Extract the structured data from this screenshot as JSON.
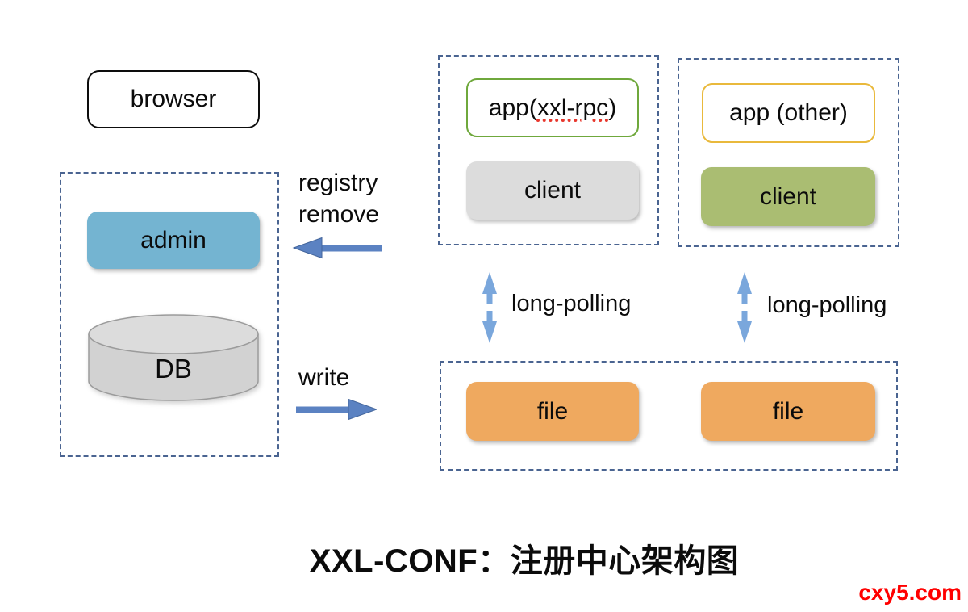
{
  "diagram": {
    "title": "XXL-CONF：注册中心架构图",
    "watermark": "cxy5.com"
  },
  "nodes": {
    "browser": "browser",
    "admin": "admin",
    "db": "DB",
    "app_rpc_prefix": "app(",
    "app_rpc_underlined": "xxl-rpc",
    "app_rpc_suffix": ")",
    "client_rpc": "client",
    "app_other": "app (other)",
    "client_other": "client",
    "file_left": "file",
    "file_right": "file"
  },
  "edges": {
    "registry_line1": "registry",
    "registry_line2": "remove",
    "write": "write",
    "long_polling_left": "long-polling",
    "long_polling_right": "long-polling"
  },
  "colors": {
    "container_border": "#4a6491",
    "admin_fill": "#74b4d1",
    "db_fill": "#d2d2d2",
    "db_top_fill": "#dcdcdc",
    "db_stroke": "#9b9b9b",
    "client_rpc_fill": "#dcdcdc",
    "client_other_fill": "#aabd72",
    "file_fill": "#efa95f",
    "app_rpc_border": "#6fa83c",
    "app_other_border": "#e9b93c",
    "horizontal_arrow": "#5b82c2",
    "vertical_arrow": "#7aa7dc",
    "watermark_color": "#ff0000"
  }
}
